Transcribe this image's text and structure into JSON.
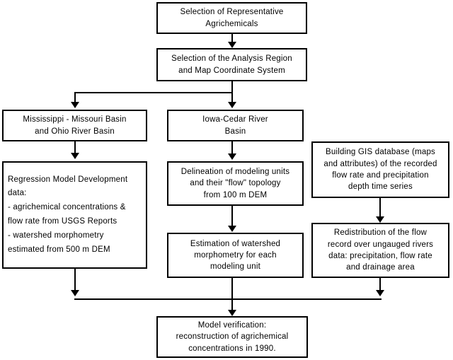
{
  "diagram": {
    "title": "Agrichemical modeling methodology flowchart",
    "background_color": "#ffffff",
    "line_color": "#000000",
    "nodes": {
      "selection_agrichemicals": "Selection of Representative\nAgrichemicals",
      "selection_region": "Selection of the Analysis Region\nand Map Coordinate System",
      "mississippi_basin": "Mississippi - Missouri Basin\nand Ohio River Basin",
      "iowa_cedar_basin": "Iowa-Cedar River\nBasin",
      "regression_model": "Regression Model Development\ndata:\n- agrichemical concentrations &\nflow rate from USGS Reports\n- watershed morphometry\nestimated from 500 m DEM",
      "delineation_units": "Delineation of modeling units\nand their \"flow\" topology\nfrom 100 m DEM",
      "gis_database": "Building GIS database (maps\nand attributes) of the recorded\nflow rate and precipitation\ndepth time series",
      "watershed_morphometry": "Estimation of watershed\nmorphometry for each\nmodeling unit",
      "flow_redistribution": "Redistribution of the flow\nrecord over ungauged rivers\ndata: precipitation, flow rate\nand drainage area",
      "model_verification": "Model verification:\nreconstruction of agrichemical\nconcentrations in 1990."
    }
  }
}
